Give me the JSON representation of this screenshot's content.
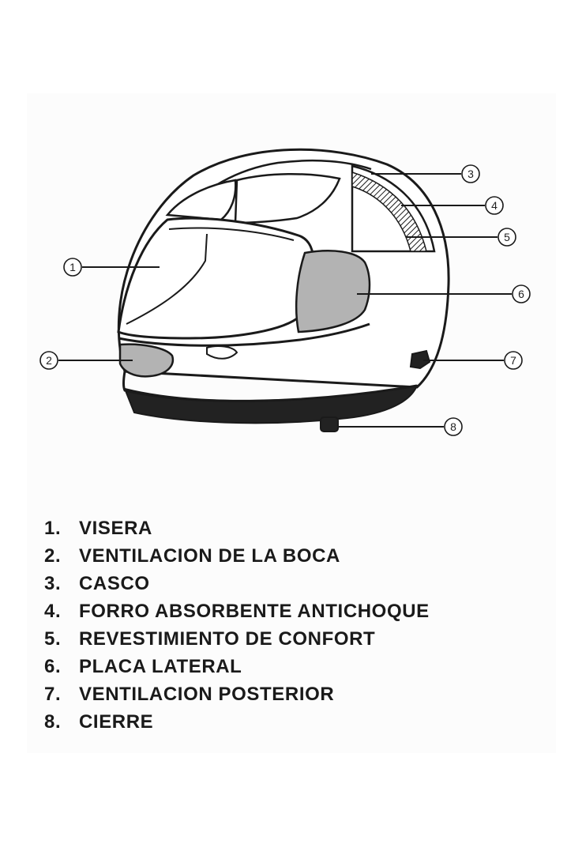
{
  "callouts": [
    {
      "number": "1"
    },
    {
      "number": "2"
    },
    {
      "number": "3"
    },
    {
      "number": "4"
    },
    {
      "number": "5"
    },
    {
      "number": "6"
    },
    {
      "number": "7"
    },
    {
      "number": "8"
    }
  ],
  "legend": [
    {
      "number": "1.",
      "label": "VISERA"
    },
    {
      "number": "2.",
      "label": "VENTILACION DE LA BOCA"
    },
    {
      "number": "3.",
      "label": "CASCO"
    },
    {
      "number": "4.",
      "label": "FORRO ABSORBENTE ANTICHOQUE"
    },
    {
      "number": "5.",
      "label": "REVESTIMIENTO DE CONFORT"
    },
    {
      "number": "6.",
      "label": "PLACA LATERAL"
    },
    {
      "number": "7.",
      "label": "VENTILACION POSTERIOR"
    },
    {
      "number": "8.",
      "label": "CIERRE"
    }
  ],
  "colors": {
    "outline": "#1a1a1a",
    "shell_band": "#222222",
    "grey_fill": "#b3b3b3",
    "background": "#fcfcfc"
  }
}
